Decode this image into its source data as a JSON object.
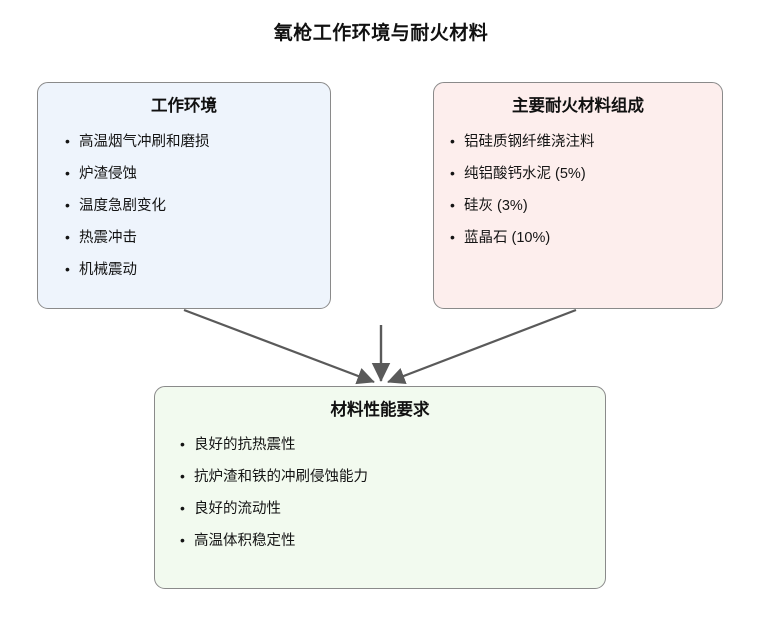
{
  "diagram": {
    "title": "氧枪工作环境与耐火材料",
    "type": "flowchart",
    "nodes": [
      {
        "id": "work-environment",
        "title": "工作环境",
        "fill": "#eef4fc",
        "border": "#8a8a8a",
        "items": [
          "高温烟气冲刷和磨损",
          "炉渣侵蚀",
          "温度急剧变化",
          "热震冲击",
          "机械震动"
        ]
      },
      {
        "id": "refractory-composition",
        "title": "主要耐火材料组成",
        "fill": "#fdeeed",
        "border": "#8a8a8a",
        "items": [
          "铝硅质钢纤维浇注料",
          "纯铝酸钙水泥 (5%)",
          "硅灰 (3%)",
          "蓝晶石 (10%)"
        ]
      },
      {
        "id": "performance-requirements",
        "title": "材料性能要求",
        "fill": "#f2faef",
        "border": "#8a8a8a",
        "items": [
          "良好的抗热震性",
          "抗炉渣和铁的冲刷侵蚀能力",
          "良好的流动性",
          "高温体积稳定性"
        ]
      }
    ],
    "connectors": [
      {
        "id": "work-environment-to-performance-requirements",
        "from": "work-environment",
        "to": "performance-requirements",
        "color": "#5a5a5a",
        "arrowhead": "solid-triangle"
      },
      {
        "id": "refractory-composition-to-performance-requirements",
        "from": "refractory-composition",
        "to": "performance-requirements",
        "color": "#5a5a5a",
        "arrowhead": "solid-triangle"
      },
      {
        "id": "center-drop-to-performance-requirements",
        "from": "center",
        "to": "performance-requirements",
        "color": "#5a5a5a",
        "arrowhead": "solid-triangle"
      }
    ]
  }
}
